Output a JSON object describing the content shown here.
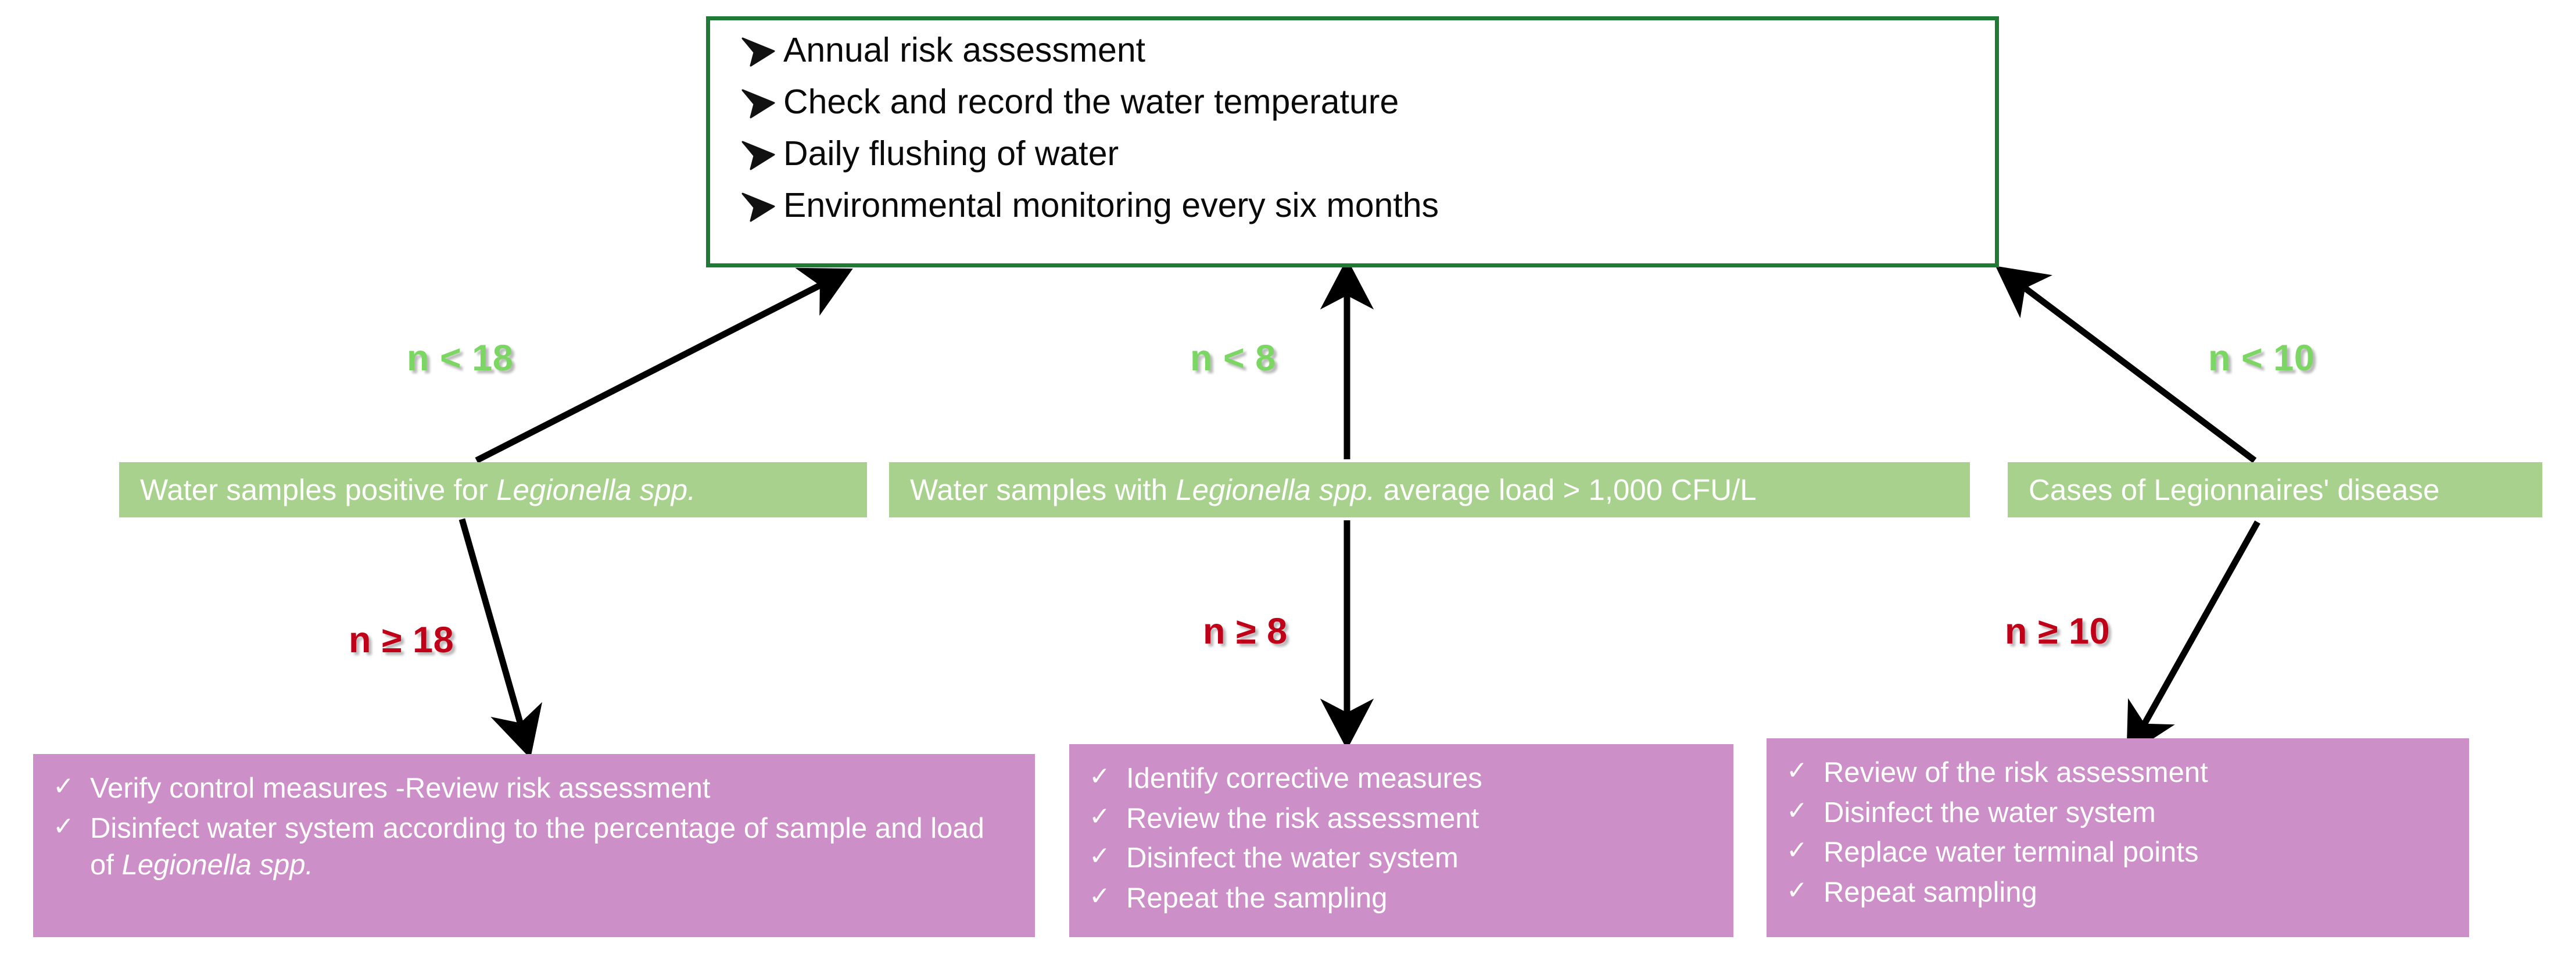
{
  "diagram": {
    "title": "Legionella water safety management flowchart",
    "colors": {
      "routine_box_border": "#1E7A35",
      "condition_box_bg": "#A9D18E",
      "action_box_bg": "#CC8FC8",
      "pass_label": "#7CD663",
      "fail_label": "#C00018",
      "arrow": "#000000"
    }
  },
  "routine_box": {
    "bullet_icon": "chevron-arrow-bullet",
    "items": [
      "Annual risk assessment",
      "Check and record the water temperature",
      "Daily flushing of water",
      "Environmental monitoring every six months"
    ]
  },
  "conditions": [
    {
      "id": "water-samples-positive",
      "text_before": "Water samples positive for ",
      "text_italic": "Legionella spp.",
      "text_after": "",
      "pass_label": "n < 18",
      "fail_label": "n ≥ 18"
    },
    {
      "id": "average-load",
      "text_before": "Water samples with ",
      "text_italic": "Legionella spp.",
      "text_after": " average load > 1,000 CFU/L",
      "pass_label": "n < 8",
      "fail_label": "n ≥ 8"
    },
    {
      "id": "legionnaires-cases",
      "text_before": "Cases of Legionnaires' disease",
      "text_italic": "",
      "text_after": "",
      "pass_label": "n < 10",
      "fail_label": "n ≥ 10"
    }
  ],
  "actions": [
    {
      "id": "actions-left",
      "check_icon": "check-mark",
      "items": [
        {
          "before": "Verify control measures -Review risk assessment",
          "italic": "",
          "after": ""
        },
        {
          "before": "Disinfect water system according to the percentage of sample and load of ",
          "italic": "Legionella spp.",
          "after": ""
        }
      ]
    },
    {
      "id": "actions-mid",
      "check_icon": "check-mark",
      "items": [
        {
          "before": "Identify corrective measures",
          "italic": "",
          "after": ""
        },
        {
          "before": "Review the risk assessment",
          "italic": "",
          "after": ""
        },
        {
          "before": "Disinfect the water system",
          "italic": "",
          "after": ""
        },
        {
          "before": "Repeat the sampling",
          "italic": "",
          "after": ""
        }
      ]
    },
    {
      "id": "actions-right",
      "check_icon": "check-mark",
      "items": [
        {
          "before": "Review of the risk assessment",
          "italic": "",
          "after": ""
        },
        {
          "before": "Disinfect the water system",
          "italic": "",
          "after": ""
        },
        {
          "before": "Replace water terminal points",
          "italic": "",
          "after": ""
        },
        {
          "before": "Repeat sampling",
          "italic": "",
          "after": ""
        }
      ]
    }
  ],
  "check_glyph": "✓"
}
